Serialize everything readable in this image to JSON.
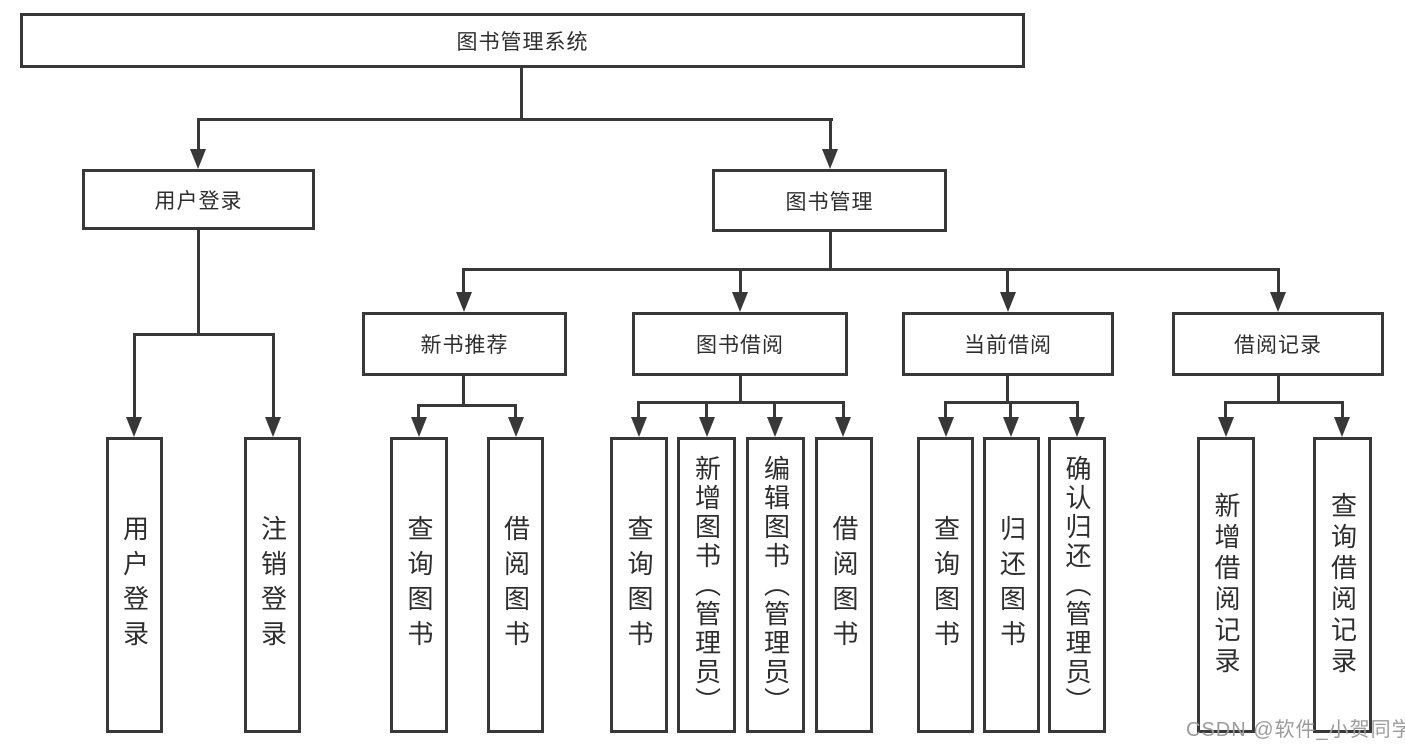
{
  "diagram": {
    "root": "图书管理系统",
    "level2": {
      "user": "用户登录",
      "mgmt": "图书管理"
    },
    "level3": {
      "recommend": "新书推荐",
      "borrow": "图书借阅",
      "current": "当前借阅",
      "records": "借阅记录"
    },
    "leaves": {
      "user": [
        "用户登录",
        "注销登录"
      ],
      "recommend": [
        "查询图书",
        "借阅图书"
      ],
      "borrow": [
        "查询图书",
        "新增图书（管理员）",
        "编辑图书（管理员）",
        "借阅图书"
      ],
      "current": [
        "查询图书",
        "归还图书",
        "确认归还（管理员）"
      ],
      "records": [
        "新增借阅记录",
        "查询借阅记录"
      ]
    },
    "colors": {
      "line": "#383838",
      "text": "#2e2e2e",
      "watermark": "#9c9c9c"
    },
    "watermark": "CSDN @软件_小贺同学"
  }
}
